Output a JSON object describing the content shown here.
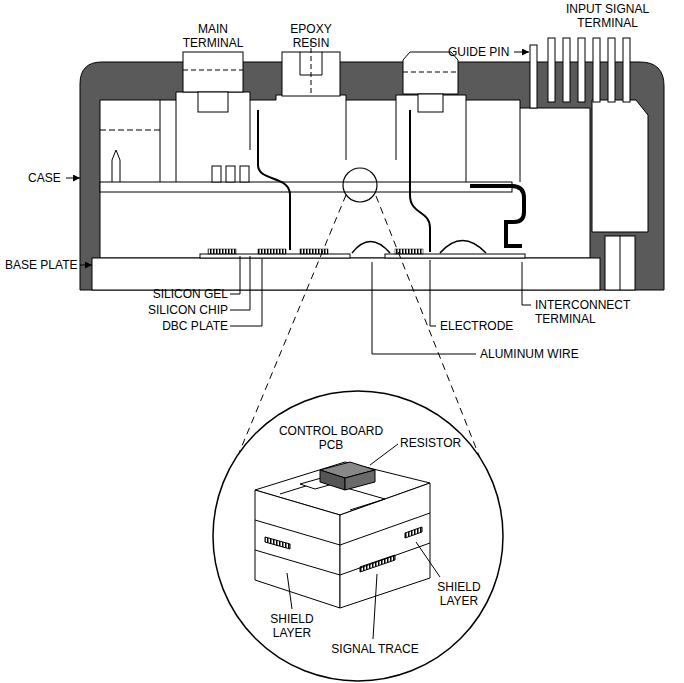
{
  "diagram": {
    "labels": [
      "INPUT SIGNAL TERMINAL",
      "GUIDE PIN",
      "MAIN TERMINAL",
      "EPOXY RESIN",
      "CASE",
      "BASE PLATE",
      "SILICON GEL",
      "SILICON CHIP",
      "DBC PLATE",
      "ELECTRODE",
      "ALUMINUM WIRE",
      "INTERCONNECT TERMINAL",
      "CONTROL BOARD PCB",
      "RESISTOR",
      "SHIELD LAYER",
      "SHIELD LAYER",
      "SIGNAL TRACE"
    ]
  }
}
